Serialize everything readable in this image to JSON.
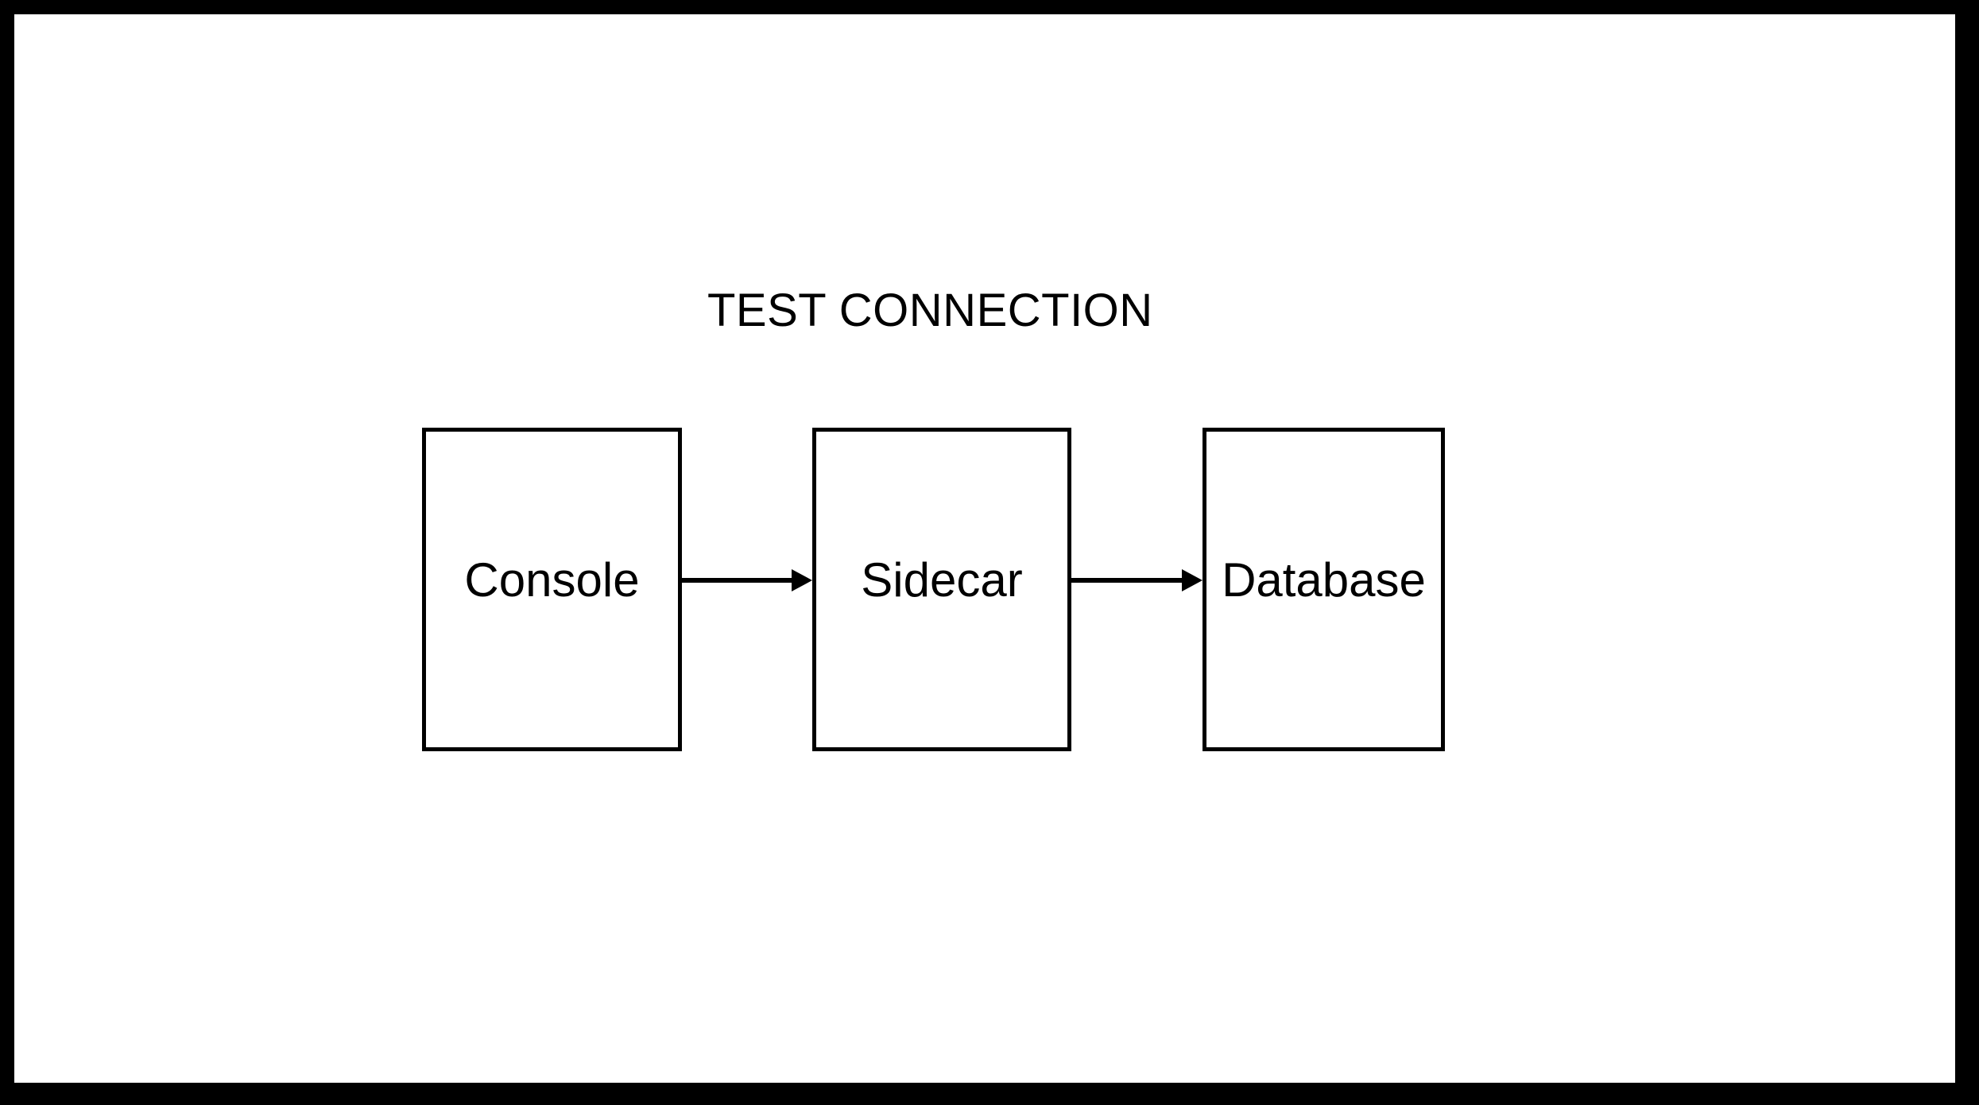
{
  "diagram": {
    "title": "TEST CONNECTION",
    "nodes": [
      {
        "id": "console",
        "label": "Console"
      },
      {
        "id": "sidecar",
        "label": "Sidecar"
      },
      {
        "id": "database",
        "label": "Database"
      }
    ],
    "edges": [
      {
        "from": "console",
        "to": "sidecar",
        "style": "arrow-right"
      },
      {
        "from": "sidecar",
        "to": "database",
        "style": "arrow-right"
      }
    ],
    "colors": {
      "frame": "#000000",
      "background": "#ffffff",
      "box_border": "#000000",
      "text": "#000000",
      "arrow": "#000000"
    }
  }
}
